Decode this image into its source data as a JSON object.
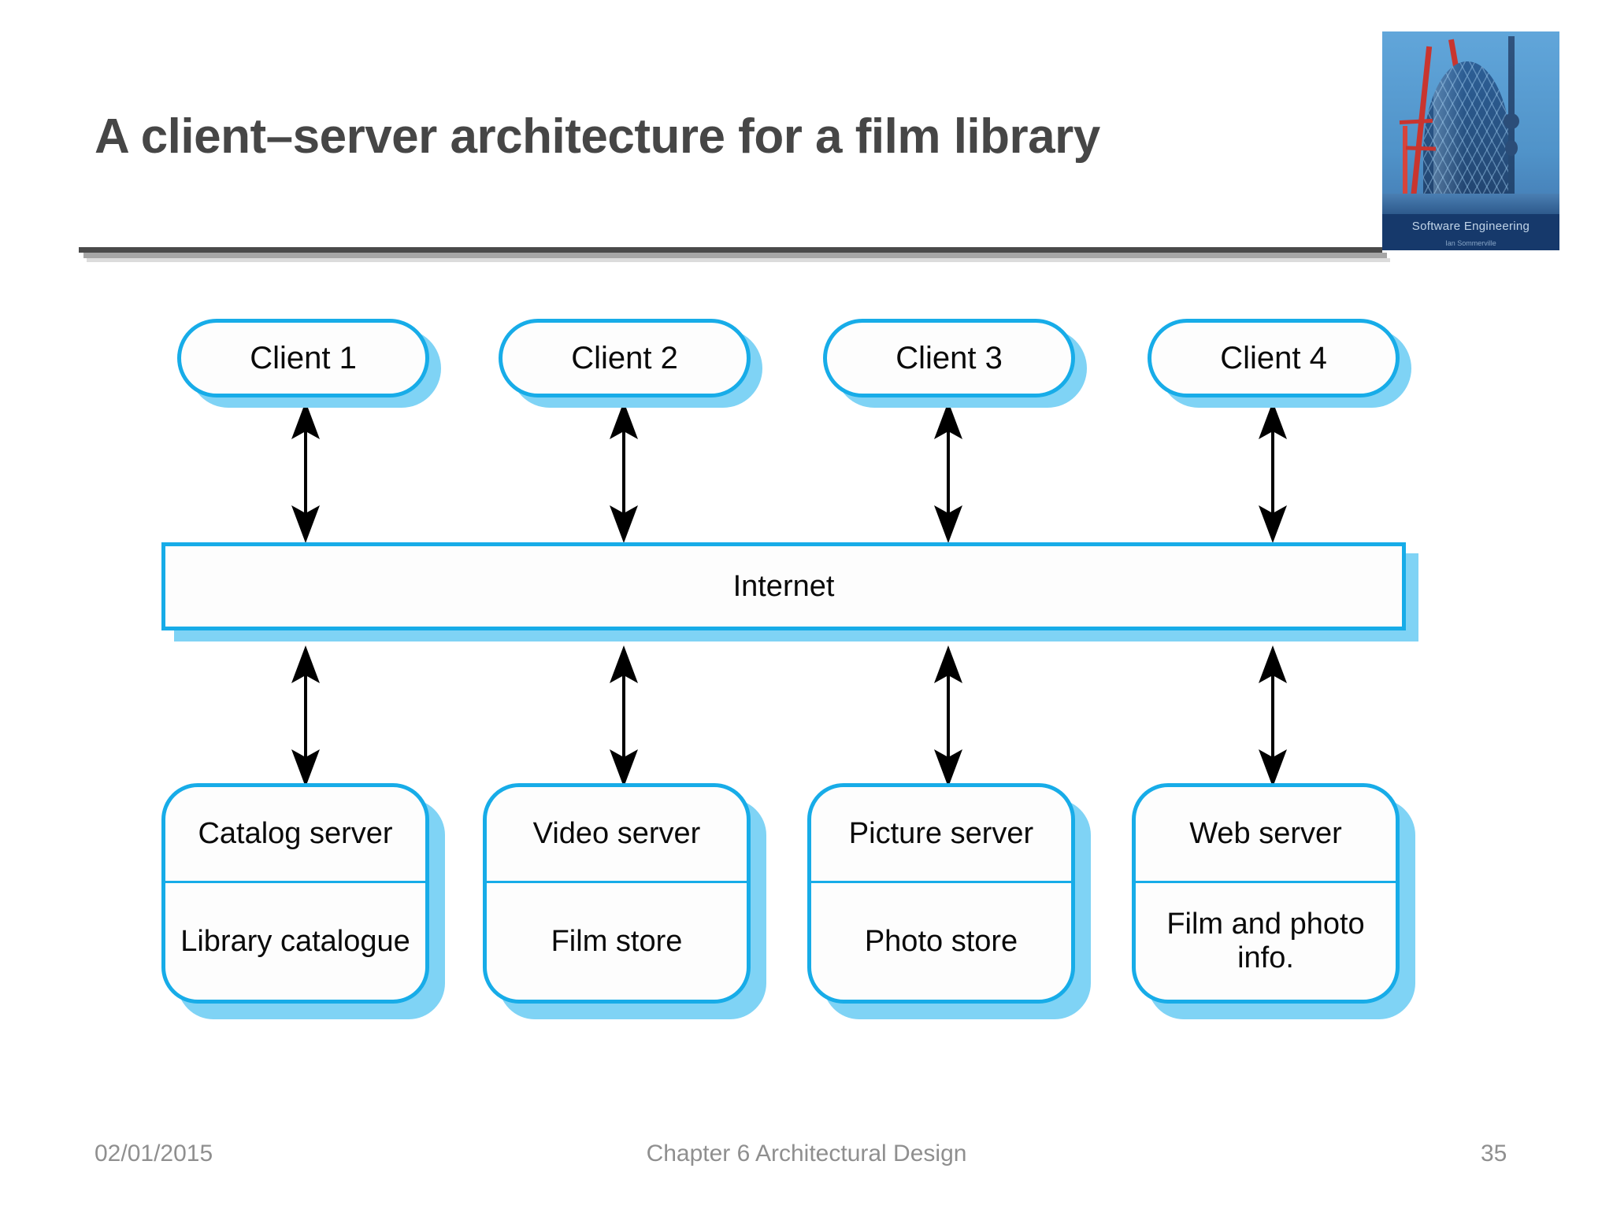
{
  "slide": {
    "title": "A client–server architecture for a film library",
    "accent_color": "#17ACE8",
    "shadow_color": "#7FD3F5",
    "title_color": "#464646",
    "footer_color": "#8F8F8F"
  },
  "book_cover": {
    "title": "Software Engineering",
    "author": "Ian Sommerville",
    "alt": "gherkin-building-under-construction"
  },
  "diagram": {
    "type": "client-server-architecture",
    "clients": [
      {
        "label": "Client 1"
      },
      {
        "label": "Client 2"
      },
      {
        "label": "Client 3"
      },
      {
        "label": "Client 4"
      }
    ],
    "network": {
      "label": "Internet"
    },
    "servers": [
      {
        "name": "Catalog server",
        "store": "Library catalogue"
      },
      {
        "name": "Video server",
        "store": "Film store"
      },
      {
        "name": "Picture server",
        "store": "Photo store"
      },
      {
        "name": "Web server",
        "store": "Film and photo info."
      }
    ],
    "connections": "bidirectional double-headed arrows between each client and the Internet, and between the Internet and each server"
  },
  "footer": {
    "date": "02/01/2015",
    "center": "Chapter 6 Architectural Design",
    "page": "35"
  }
}
